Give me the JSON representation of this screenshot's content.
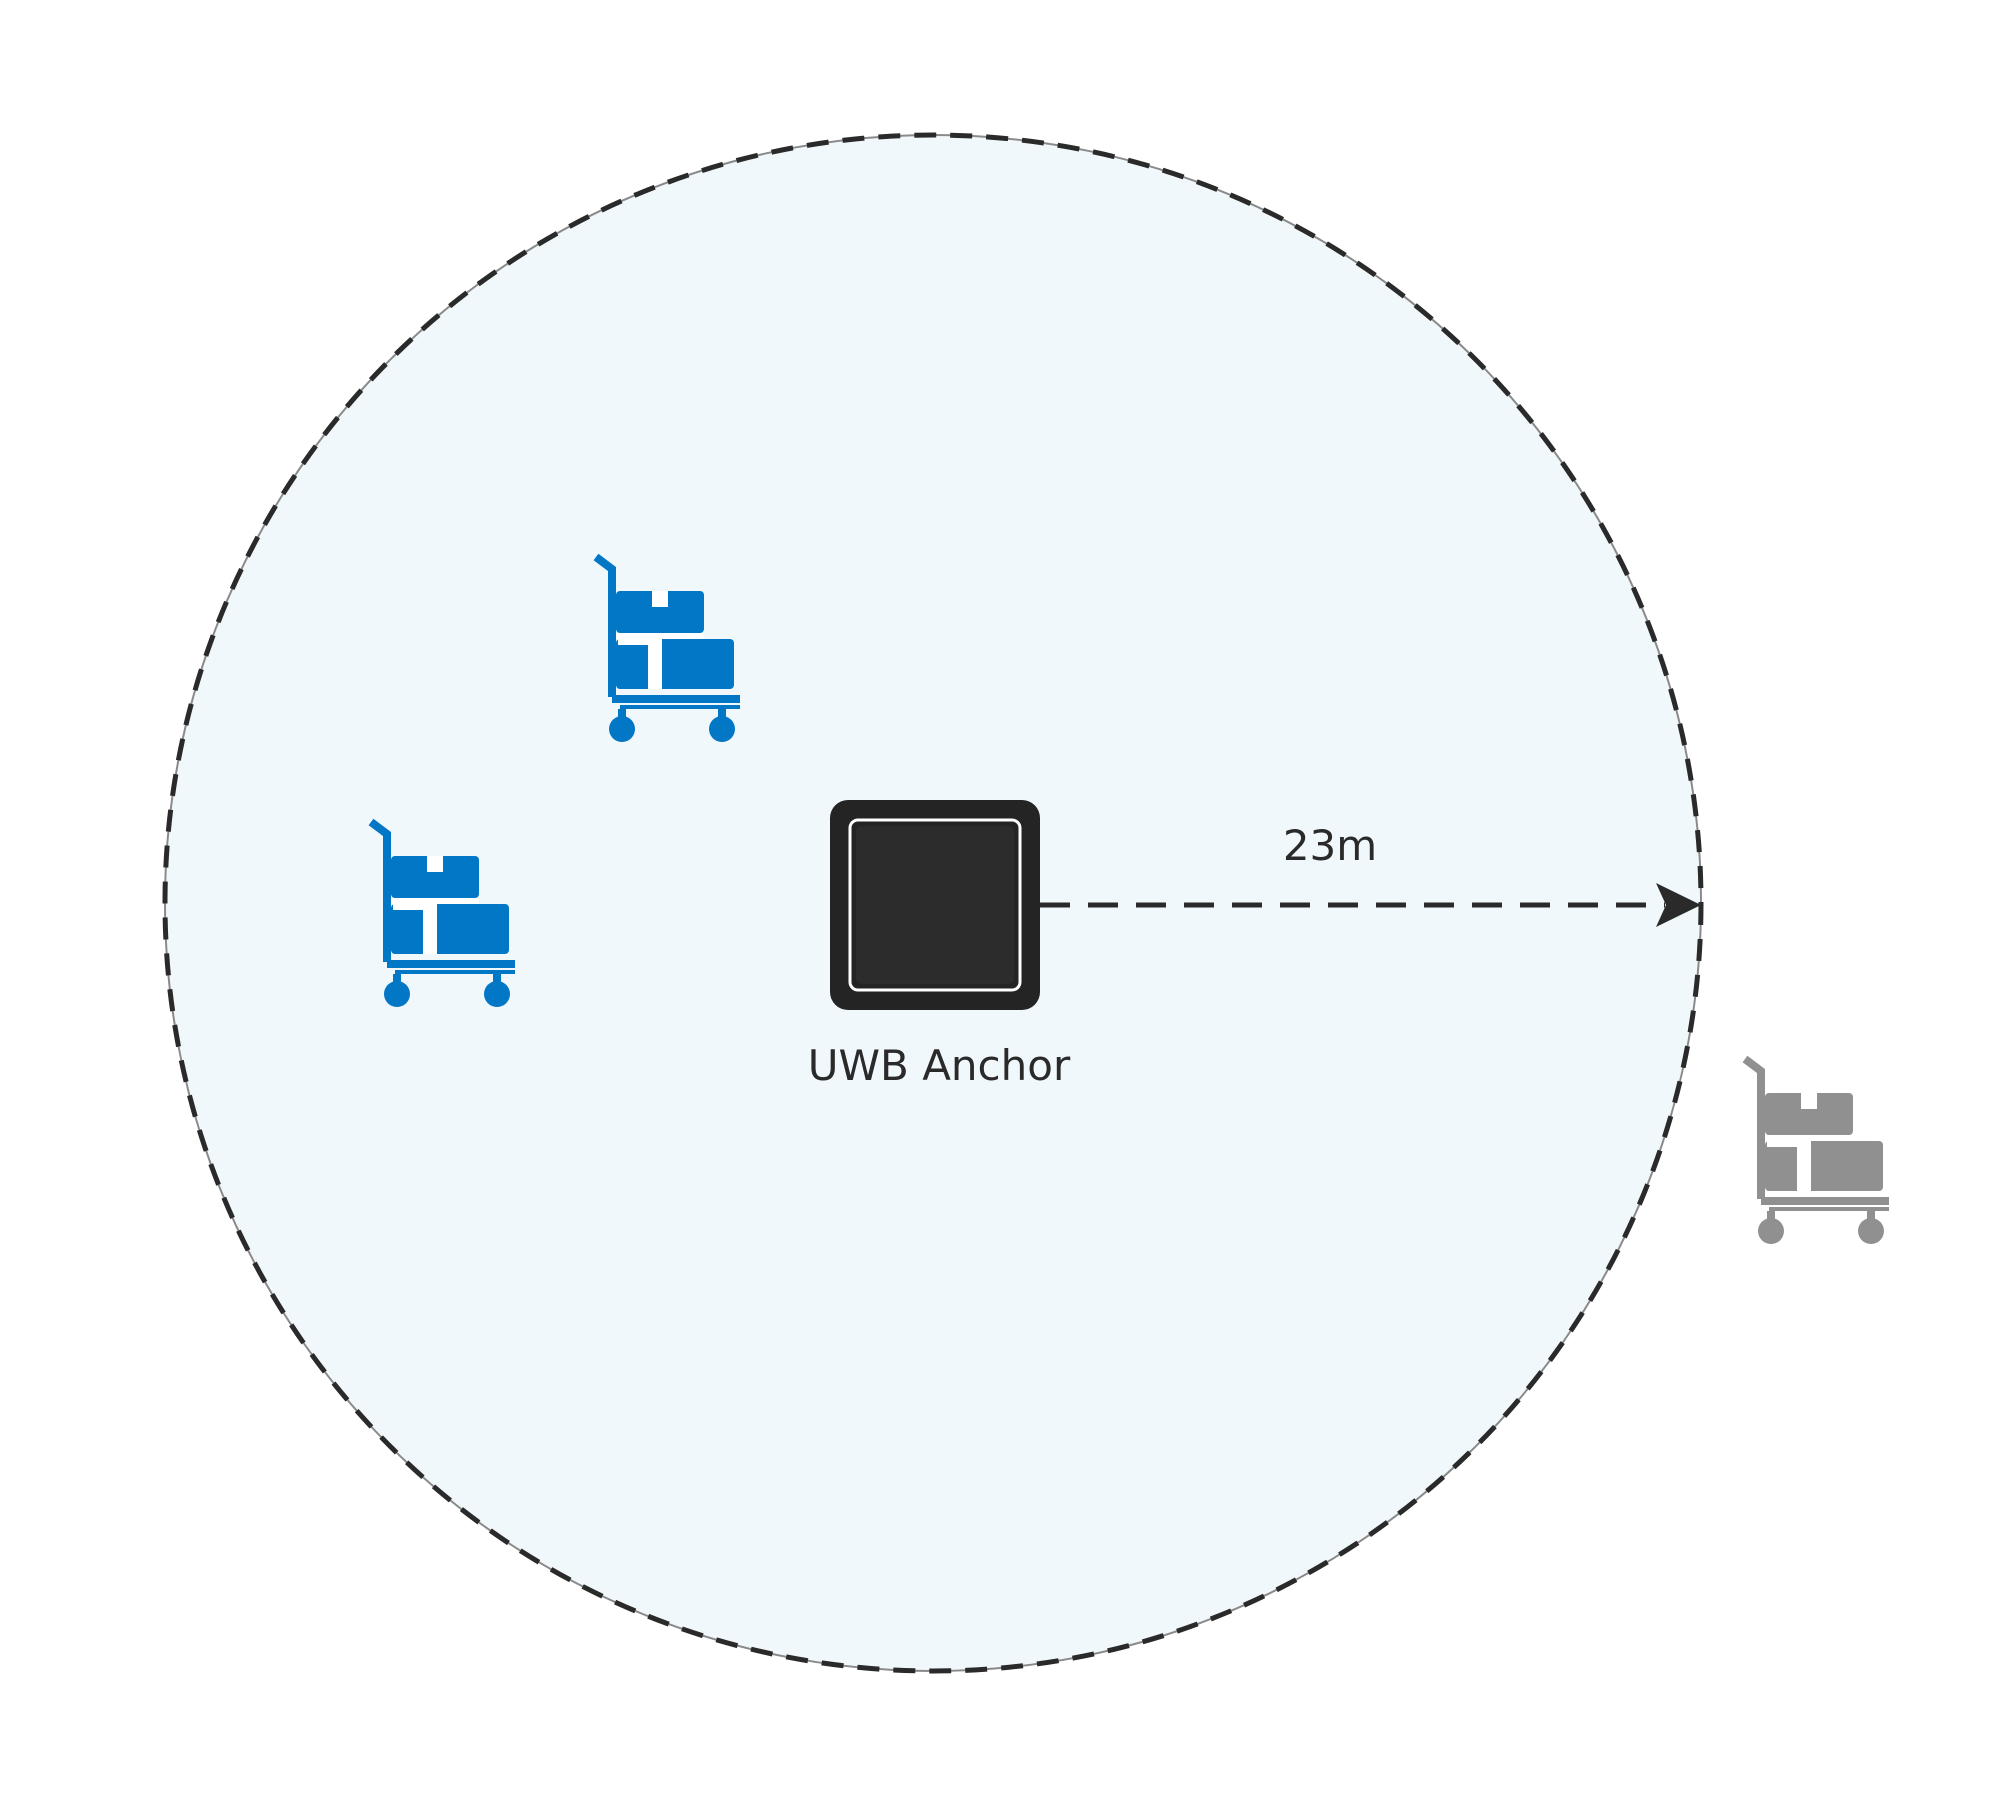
{
  "anchor": {
    "label": "UWB Anchor"
  },
  "range": {
    "label": "23m"
  },
  "carts": [
    {
      "status": "in-range",
      "color": "#0277c6"
    },
    {
      "status": "in-range",
      "color": "#0277c6"
    },
    {
      "status": "out-of-range",
      "color": "#909090"
    }
  ],
  "colors": {
    "coverage_fill": "#f1f8fc",
    "boundary_stroke": "#2a2a2a",
    "anchor_body": "#242424",
    "arrow": "#2a2a2a"
  }
}
